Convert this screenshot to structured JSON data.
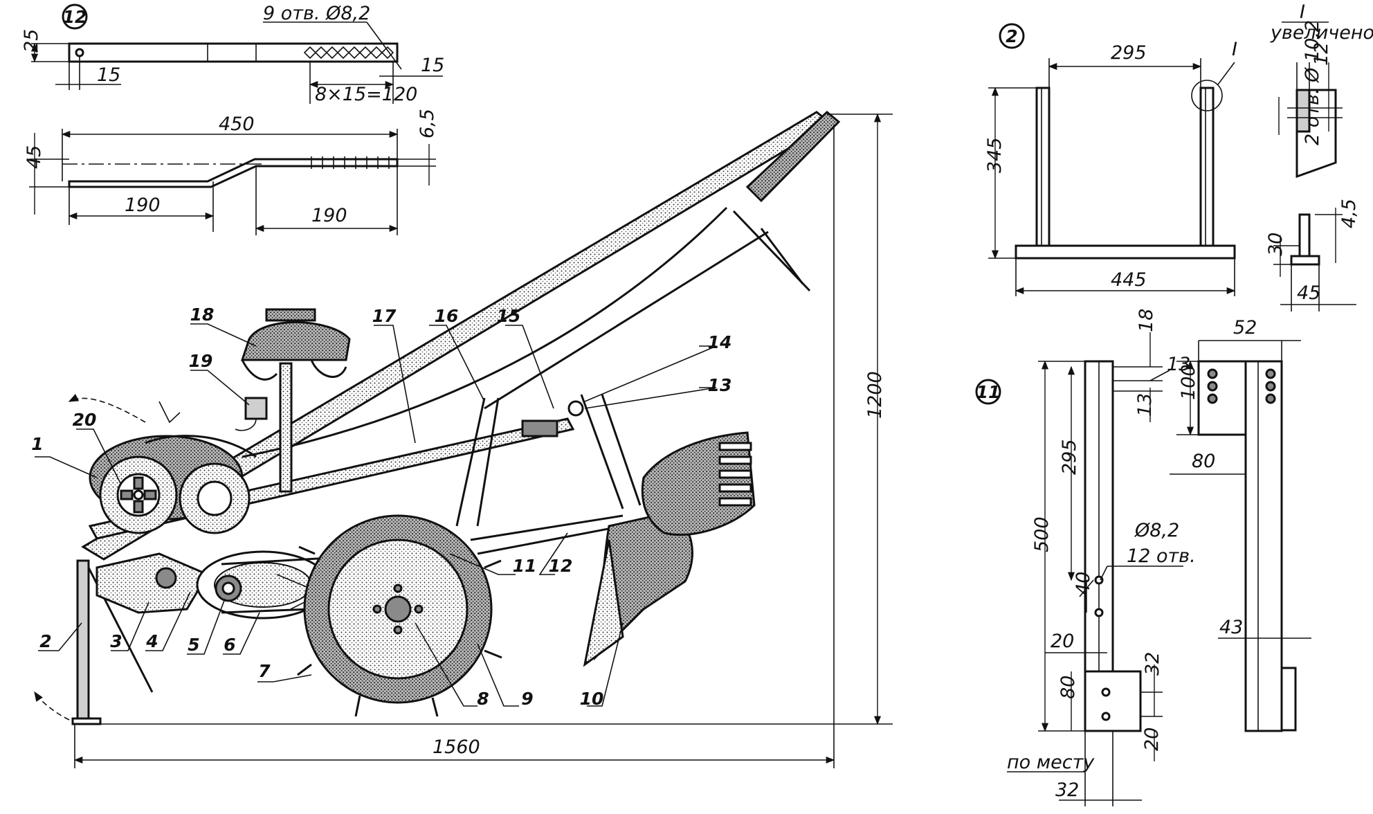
{
  "fig12": {
    "number": "12",
    "holes": "9 отв. Ø8,2",
    "d25": "25",
    "d15a": "15",
    "d15b": "15",
    "pitch": "8×15=120",
    "d450": "450",
    "d6_5": "6,5",
    "d45": "45",
    "d190a": "190",
    "d190b": "190"
  },
  "main": {
    "d1200": "1200",
    "d1560": "1560",
    "callouts": [
      "1",
      "2",
      "3",
      "4",
      "5",
      "6",
      "7",
      "8",
      "9",
      "10",
      "11",
      "12",
      "13",
      "14",
      "15",
      "16",
      "17",
      "18",
      "19",
      "20"
    ]
  },
  "fig2": {
    "number": "2",
    "d295": "295",
    "d345": "345",
    "d445": "445",
    "detail_mark": "I",
    "detail_title": "I",
    "detail_subtitle": "увеличено",
    "d12": "12",
    "holes": "2 отв. Ø 10,2",
    "d4_5": "4,5",
    "d30": "30",
    "d45": "45"
  },
  "fig11": {
    "number": "11",
    "d18": "18",
    "d13a": "13",
    "d13b": "13",
    "d295": "295",
    "d500": "500",
    "holes_dia": "Ø8,2",
    "holes_count": "12 отв.",
    "d40": "40",
    "d20a": "20",
    "d80a": "80",
    "d32a": "32",
    "d20b": "20",
    "in_place": "по месту",
    "d32b": "32",
    "d52": "52",
    "d100": "100",
    "d80b": "80",
    "d43": "43"
  }
}
